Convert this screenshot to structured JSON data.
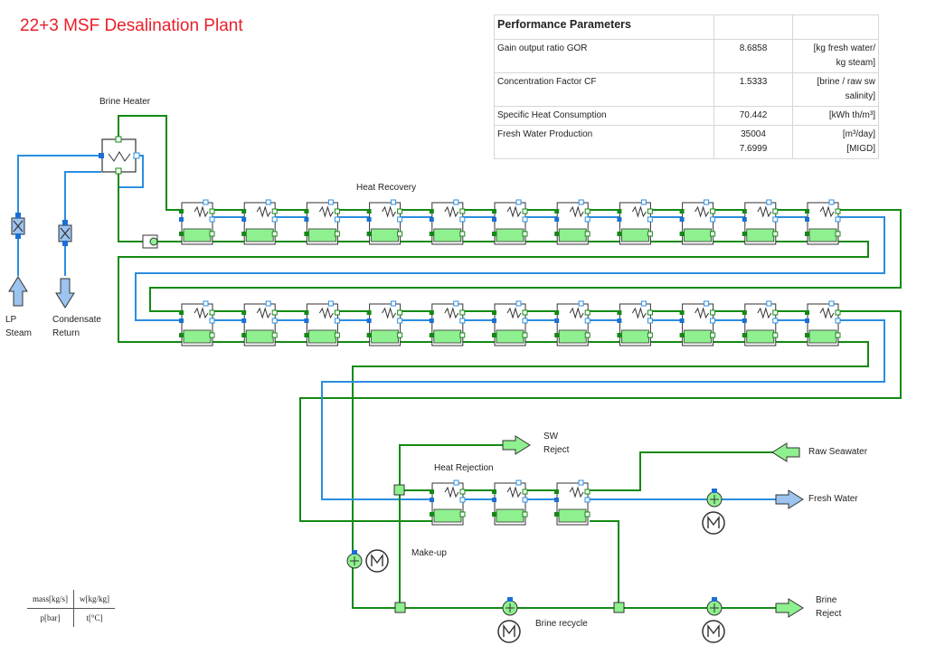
{
  "title": "22+3 MSF Desalination Plant",
  "labels": {
    "brine_heater": "Brine Heater",
    "heat_recovery": "Heat Recovery",
    "heat_rejection": "Heat Rejection",
    "lp_steam": "LP\nSteam",
    "condensate_return": "Condensate\nReturn",
    "sw_reject": "SW\nReject",
    "raw_seawater": "Raw Seawater",
    "fresh_water": "Fresh Water",
    "make_up": "Make-up",
    "brine_recycle": "Brine recycle",
    "brine_reject": "Brine\nReject"
  },
  "performance": {
    "heading": "Performance Parameters",
    "rows": [
      {
        "name": "Gain output ratio GOR",
        "values": [
          "8.6858"
        ],
        "units": [
          "[kg fresh water/",
          "kg steam]"
        ]
      },
      {
        "name": "Concentration Factor CF",
        "values": [
          "1.5333"
        ],
        "units": [
          "[brine / raw sw",
          "salinity]"
        ]
      },
      {
        "name": "Specific Heat Consumption",
        "values": [
          "70.442"
        ],
        "units": [
          "[kWh th/m³]"
        ]
      },
      {
        "name": "Fresh Water Production",
        "values": [
          "35004",
          "7.6999"
        ],
        "units": [
          "[m³/day]",
          "[MIGD]"
        ]
      }
    ]
  },
  "legend": {
    "mass": "mass[kg/s]",
    "w": "w[kg/kg]",
    "p": "p[bar]",
    "t": "t[°C]"
  },
  "colors": {
    "brine_line": "#138a13",
    "seawater_line": "#2b8ee0",
    "fill_green": "#8ef08e",
    "port_blue": "#1a6fd6",
    "title": "#e8202a"
  }
}
